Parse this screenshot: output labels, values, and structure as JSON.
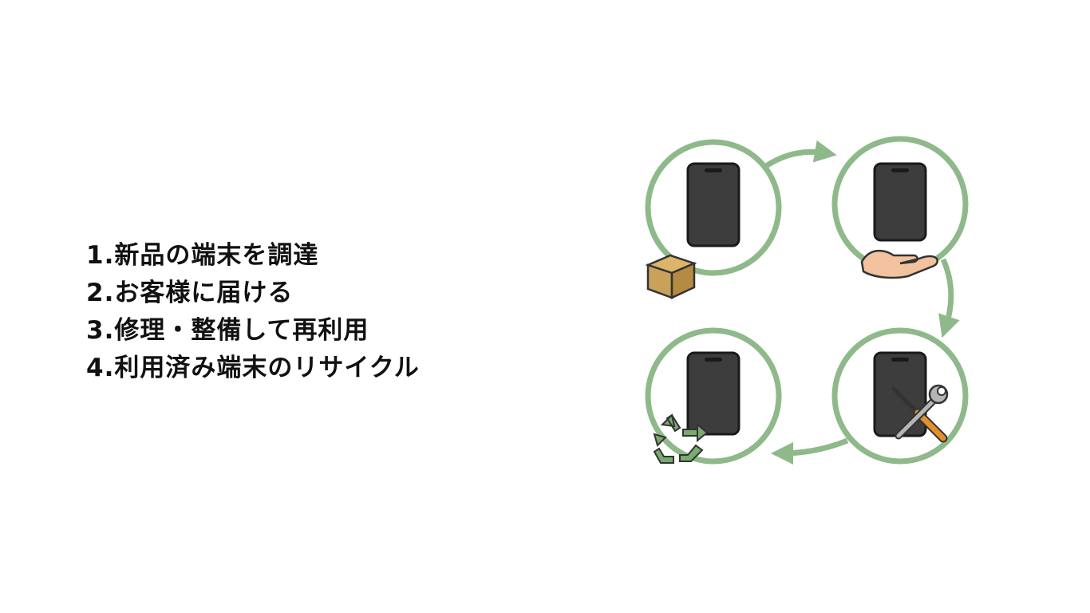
{
  "steps": [
    "1.新品の端末を調達",
    "2.お客様に届ける",
    "3.修理・整備して再利用",
    "4.利用済み端末のリサイクル"
  ],
  "cycle": {
    "nodes": [
      {
        "id": "procure",
        "icon": "cardboard-box-icon"
      },
      {
        "id": "deliver",
        "icon": "open-hand-icon"
      },
      {
        "id": "repair",
        "icon": "wrench-screwdriver-icon"
      },
      {
        "id": "recycle",
        "icon": "recycle-icon"
      }
    ],
    "direction": "clockwise"
  },
  "colors": {
    "ring": "#8fb98a",
    "arrow": "#8fb98a",
    "phone_body": "#3d3d3d",
    "phone_outline": "#1a1a1a",
    "box": "#c9a15a",
    "hand": "#f2c29e",
    "recycle": "#7aab6e",
    "wrench": "#9a9a9a",
    "screwdriver_handle": "#e0912e"
  }
}
